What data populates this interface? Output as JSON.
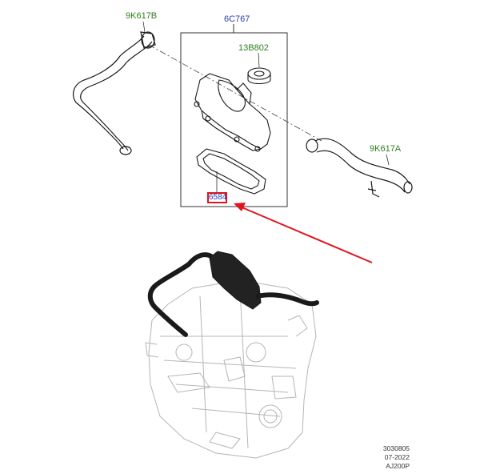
{
  "diagram": {
    "labels": {
      "hose_upper": "9K617B",
      "cover_assembly": "6C767",
      "cap": "13B802",
      "hose_lower": "9K617A",
      "gasket": "6584"
    },
    "stamp": {
      "line1": "3030805",
      "line2": "07-2022",
      "line3": "AJ200P"
    },
    "colors": {
      "part_green": "#2e7d1f",
      "part_blue": "#2a3fa8",
      "highlight_red": "#e0141e",
      "line_black": "#1a1a1a",
      "engine_gray": "#b5b5b5"
    }
  }
}
